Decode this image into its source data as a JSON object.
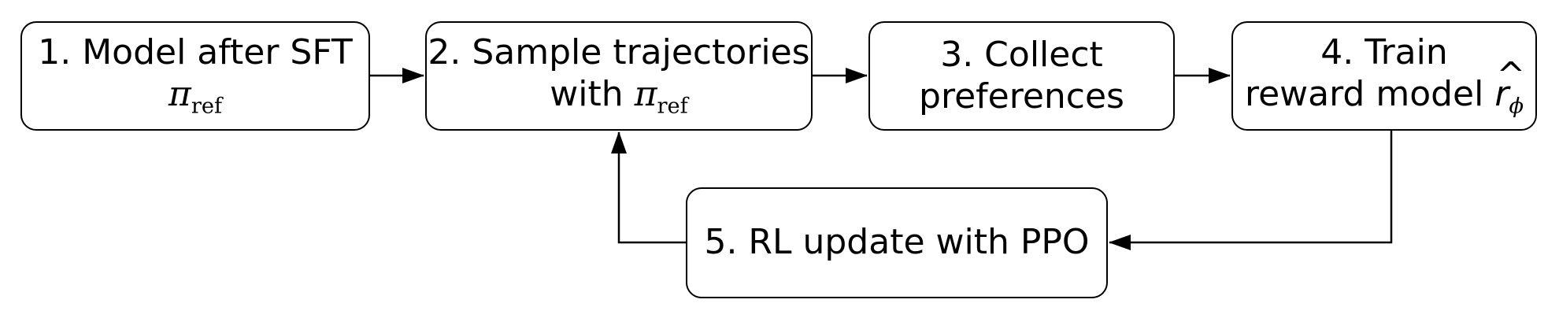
{
  "diagram": {
    "nodes": [
      {
        "id": "n1",
        "line1": "1. Model after SFT",
        "math": {
          "symbol": "π",
          "sub": "ref"
        }
      },
      {
        "id": "n2",
        "line1": "2. Sample trajectories",
        "line2_prefix": "with ",
        "math": {
          "symbol": "π",
          "sub": "ref"
        }
      },
      {
        "id": "n3",
        "line1": "3. Collect",
        "line2": "preferences"
      },
      {
        "id": "n4",
        "line1": "4. Train",
        "line2_prefix": "reward model ",
        "math": {
          "symbol": "r",
          "hat": "^",
          "sub": "ϕ"
        }
      },
      {
        "id": "n5",
        "line1": "5. RL update with PPO"
      }
    ],
    "edges": [
      {
        "from": "n1",
        "to": "n2"
      },
      {
        "from": "n2",
        "to": "n3"
      },
      {
        "from": "n3",
        "to": "n4"
      },
      {
        "from": "n4",
        "to": "n5"
      },
      {
        "from": "n5",
        "to": "n2"
      }
    ],
    "colors": {
      "stroke": "#000000",
      "background": "#ffffff"
    }
  }
}
